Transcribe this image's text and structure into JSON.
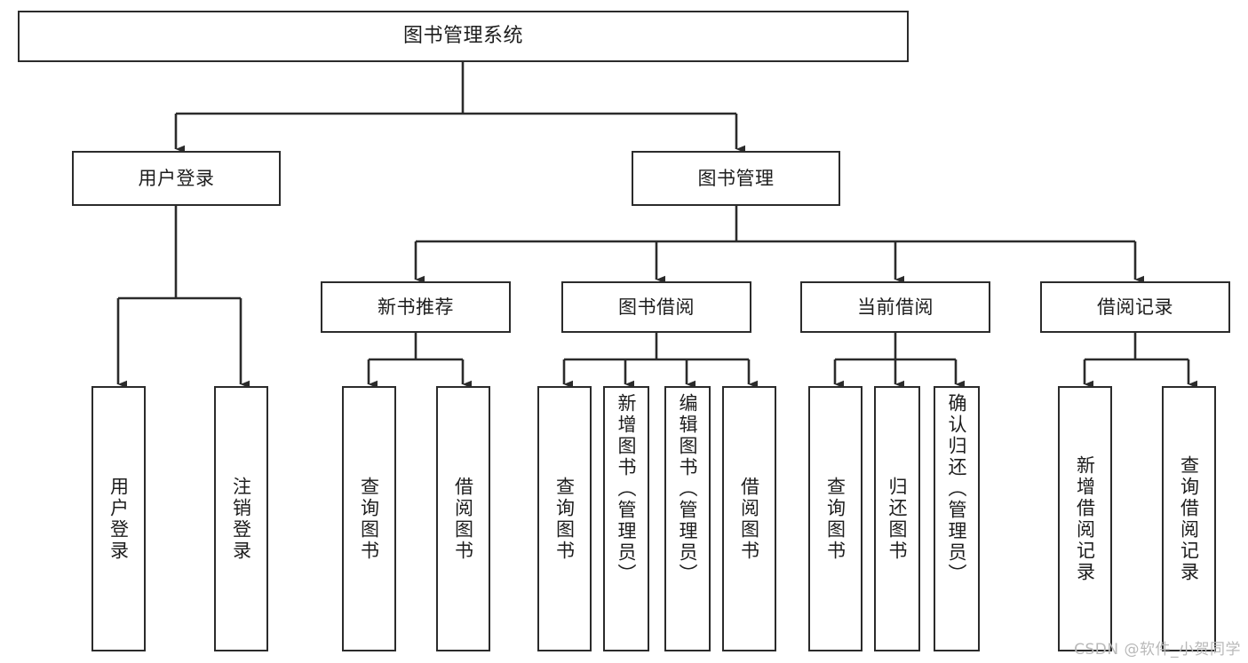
{
  "diagram": {
    "type": "tree-hierarchy",
    "title": "图书管理系统",
    "watermark": "CSDN @软件_小贺同学",
    "stroke_color": "#2b2b2b",
    "fill_color": "#ffffff",
    "text_color": "#1d1d1d",
    "watermark_color": "#b9b9b9",
    "root": {
      "id": "root",
      "label": "图书管理系统"
    },
    "level1": [
      {
        "id": "user-login",
        "label": "用户登录"
      },
      {
        "id": "book-manage",
        "label": "图书管理"
      }
    ],
    "level2": [
      {
        "id": "new-book-recommend",
        "label": "新书推荐",
        "parent": "book-manage"
      },
      {
        "id": "book-borrow",
        "label": "图书借阅",
        "parent": "book-manage"
      },
      {
        "id": "current-borrow",
        "label": "当前借阅",
        "parent": "book-manage"
      },
      {
        "id": "borrow-record",
        "label": "借阅记录",
        "parent": "book-manage"
      }
    ],
    "leaves": [
      {
        "id": "leaf-user-login",
        "label": "用户登录",
        "parent": "user-login"
      },
      {
        "id": "leaf-logout-login",
        "label": "注销登录",
        "parent": "user-login"
      },
      {
        "id": "leaf-query-book-1",
        "label": "查询图书",
        "parent": "new-book-recommend"
      },
      {
        "id": "leaf-borrow-book-1",
        "label": "借阅图书",
        "parent": "new-book-recommend"
      },
      {
        "id": "leaf-query-book-2",
        "label": "查询图书",
        "parent": "book-borrow"
      },
      {
        "id": "leaf-add-book",
        "label": "新增图书（管理员）",
        "parent": "book-borrow"
      },
      {
        "id": "leaf-edit-book",
        "label": "编辑图书（管理员）",
        "parent": "book-borrow"
      },
      {
        "id": "leaf-borrow-book-2",
        "label": "借阅图书",
        "parent": "book-borrow"
      },
      {
        "id": "leaf-query-book-3",
        "label": "查询图书",
        "parent": "current-borrow"
      },
      {
        "id": "leaf-return-book",
        "label": "归还图书",
        "parent": "current-borrow"
      },
      {
        "id": "leaf-confirm-return",
        "label": "确认归还（管理员）",
        "parent": "current-borrow"
      },
      {
        "id": "leaf-add-record",
        "label": "新增借阅记录",
        "parent": "borrow-record"
      },
      {
        "id": "leaf-query-record",
        "label": "查询借阅记录",
        "parent": "borrow-record"
      }
    ]
  }
}
